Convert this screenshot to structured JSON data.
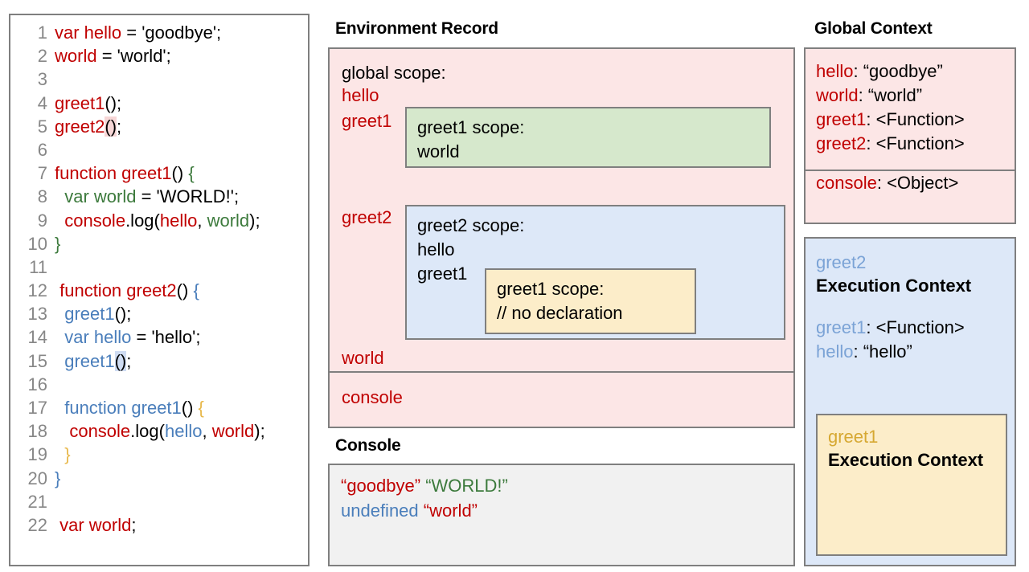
{
  "colors": {
    "red": "#c00000",
    "green": "#3c7a3c",
    "blue": "#4a7ebb",
    "gold": "#e8b84b",
    "global_scope_bg": "#fce6e6",
    "greet1_scope_bg": "#d6e8cc",
    "greet2_scope_bg": "#dde8f8",
    "greet1_exec_bg": "#fcedc9",
    "console_bg": "#f1f1f1",
    "border": "#7f7f7f"
  },
  "code": {
    "lines": [
      {
        "n": "1",
        "tokens": [
          {
            "t": "var hello",
            "c": "red"
          },
          {
            "t": " = 'goodbye';",
            "c": "black"
          }
        ]
      },
      {
        "n": "2",
        "tokens": [
          {
            "t": "world",
            "c": "red"
          },
          {
            "t": " = 'world';",
            "c": "black"
          }
        ]
      },
      {
        "n": "3",
        "tokens": []
      },
      {
        "n": "4",
        "tokens": [
          {
            "t": "greet1",
            "c": "red"
          },
          {
            "t": "();",
            "c": "black"
          }
        ]
      },
      {
        "n": "5",
        "tokens": [
          {
            "t": "greet2",
            "c": "red"
          },
          {
            "t": "()",
            "c": "black",
            "hl": "red"
          },
          {
            "t": ";",
            "c": "black"
          }
        ]
      },
      {
        "n": "6",
        "tokens": []
      },
      {
        "n": "7",
        "tokens": [
          {
            "t": "function greet1",
            "c": "red"
          },
          {
            "t": "() ",
            "c": "black"
          },
          {
            "t": "{",
            "c": "green"
          }
        ]
      },
      {
        "n": "8",
        "tokens": [
          {
            "t": "  var world",
            "c": "green"
          },
          {
            "t": " = 'WORLD!';",
            "c": "black"
          }
        ]
      },
      {
        "n": "9",
        "tokens": [
          {
            "t": "  console",
            "c": "red"
          },
          {
            "t": ".log(",
            "c": "black"
          },
          {
            "t": "hello",
            "c": "red"
          },
          {
            "t": ", ",
            "c": "black"
          },
          {
            "t": "world",
            "c": "green"
          },
          {
            "t": ");",
            "c": "black"
          }
        ]
      },
      {
        "n": "10",
        "tokens": [
          {
            "t": "}",
            "c": "green"
          }
        ]
      },
      {
        "n": "11",
        "tokens": []
      },
      {
        "n": "12",
        "tokens": [
          {
            "t": " function greet2",
            "c": "red"
          },
          {
            "t": "() ",
            "c": "black"
          },
          {
            "t": "{",
            "c": "blue"
          }
        ]
      },
      {
        "n": "13",
        "tokens": [
          {
            "t": "  greet1",
            "c": "blue"
          },
          {
            "t": "();",
            "c": "black"
          }
        ]
      },
      {
        "n": "14",
        "tokens": [
          {
            "t": "  var hello",
            "c": "blue"
          },
          {
            "t": " = 'hello';",
            "c": "black"
          }
        ]
      },
      {
        "n": "15",
        "tokens": [
          {
            "t": "  greet1",
            "c": "blue"
          },
          {
            "t": "()",
            "c": "black",
            "hl": "blue"
          },
          {
            "t": ";",
            "c": "black"
          }
        ]
      },
      {
        "n": "16",
        "tokens": []
      },
      {
        "n": "17",
        "tokens": [
          {
            "t": "  function greet1",
            "c": "blue"
          },
          {
            "t": "() ",
            "c": "black"
          },
          {
            "t": "{",
            "c": "gold"
          }
        ]
      },
      {
        "n": "18",
        "tokens": [
          {
            "t": "   console",
            "c": "red"
          },
          {
            "t": ".log(",
            "c": "black"
          },
          {
            "t": "hello",
            "c": "blue"
          },
          {
            "t": ", ",
            "c": "black"
          },
          {
            "t": "world",
            "c": "red"
          },
          {
            "t": ");",
            "c": "black"
          }
        ]
      },
      {
        "n": "19",
        "tokens": [
          {
            "t": "  }",
            "c": "gold"
          }
        ]
      },
      {
        "n": "20",
        "tokens": [
          {
            "t": "}",
            "c": "blue"
          }
        ]
      },
      {
        "n": "21",
        "tokens": []
      },
      {
        "n": "22",
        "tokens": [
          {
            "t": " var world",
            "c": "red"
          },
          {
            "t": ";",
            "c": "black"
          }
        ]
      }
    ]
  },
  "environment_record": {
    "title": "Environment Record",
    "global_scope_label": "global scope:",
    "global_bindings": [
      "hello",
      "greet1",
      "greet2",
      "world"
    ],
    "console_binding": "console",
    "greet1_scope": {
      "label": "greet1 scope:",
      "bindings": [
        "world"
      ]
    },
    "greet2_scope": {
      "label": "greet2 scope:",
      "bindings": [
        "hello",
        "greet1"
      ]
    },
    "greet1_inner_scope": {
      "label": "greet1 scope:",
      "comment": "// no declaration"
    }
  },
  "console": {
    "title": "Console",
    "lines": [
      [
        {
          "t": "“goodbye”",
          "c": "red"
        },
        {
          "t": " ",
          "c": "black"
        },
        {
          "t": "“WORLD!”",
          "c": "green"
        }
      ],
      [
        {
          "t": "undefined",
          "c": "blue"
        },
        {
          "t": " ",
          "c": "black"
        },
        {
          "t": "“world”",
          "c": "red"
        }
      ]
    ]
  },
  "global_context": {
    "title": "Global Context",
    "upper": [
      {
        "key": "hello",
        "value": ": “goodbye”"
      },
      {
        "key": "world",
        "value": ": “world”"
      },
      {
        "key": "greet1",
        "value": ": <Function>"
      },
      {
        "key": "greet2",
        "value": ": <Function>"
      }
    ],
    "lower": [
      {
        "key": "console",
        "value": ": <Object>"
      }
    ]
  },
  "greet2_execution_context": {
    "name": "greet2",
    "heading": "Execution Context",
    "entries": [
      {
        "key": "greet1",
        "value": ": <Function>"
      },
      {
        "key": "hello",
        "value": ": “hello”"
      }
    ]
  },
  "greet1_execution_context": {
    "name": "greet1",
    "heading": "Execution Context"
  }
}
